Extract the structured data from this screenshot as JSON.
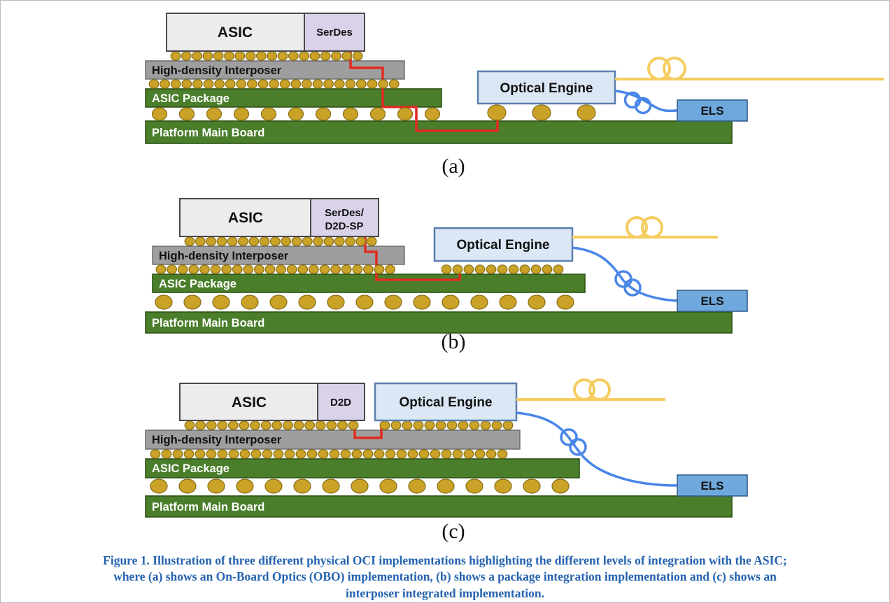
{
  "figure": {
    "caption": "Figure 1. Illustration of three different physical OCI implementations highlighting the different levels of integration with the ASIC; where (a) shows an On-Board Optics (OBO) implementation, (b) shows a package integration implementation and (c) shows an interposer integrated implementation."
  },
  "panels": [
    {
      "label": "(a)",
      "asic": "ASIC",
      "chip2": "SerDes",
      "interposer": "High-density Interposer",
      "package": "ASIC Package",
      "board": "Platform Main Board",
      "optical_engine": "Optical Engine",
      "els": "ELS"
    },
    {
      "label": "(b)",
      "asic": "ASIC",
      "chip2_line1": "SerDes/",
      "chip2_line2": "D2D-SP",
      "interposer": "High-density Interposer",
      "package": "ASIC Package",
      "board": "Platform Main Board",
      "optical_engine": "Optical Engine",
      "els": "ELS"
    },
    {
      "label": "(c)",
      "asic": "ASIC",
      "chip2": "D2D",
      "interposer": "High-density Interposer",
      "package": "ASIC Package",
      "board": "Platform Main Board",
      "optical_engine": "Optical Engine",
      "els": "ELS"
    }
  ],
  "colors": {
    "board-green": "#4a7e2b",
    "green-border": "#2e5317",
    "interposer-gray": "#9e9e9e",
    "interposer-border": "#666666",
    "bump-gold": "#c9a227",
    "bump-border": "#876d15",
    "asic-gray": "#ececec",
    "chip-border": "#4a4a4a",
    "serdes-purple": "#d9d2e9",
    "oe-blue": "#dbe7f4",
    "oe-border": "#5b7fae",
    "els-blue": "#6fa8dc",
    "els-border": "#35618f",
    "trace-red": "#e02b20",
    "fiber-blue": "#4a86e8",
    "fiber-yellow": "#f5cc60",
    "caption-blue": "#2563af"
  }
}
